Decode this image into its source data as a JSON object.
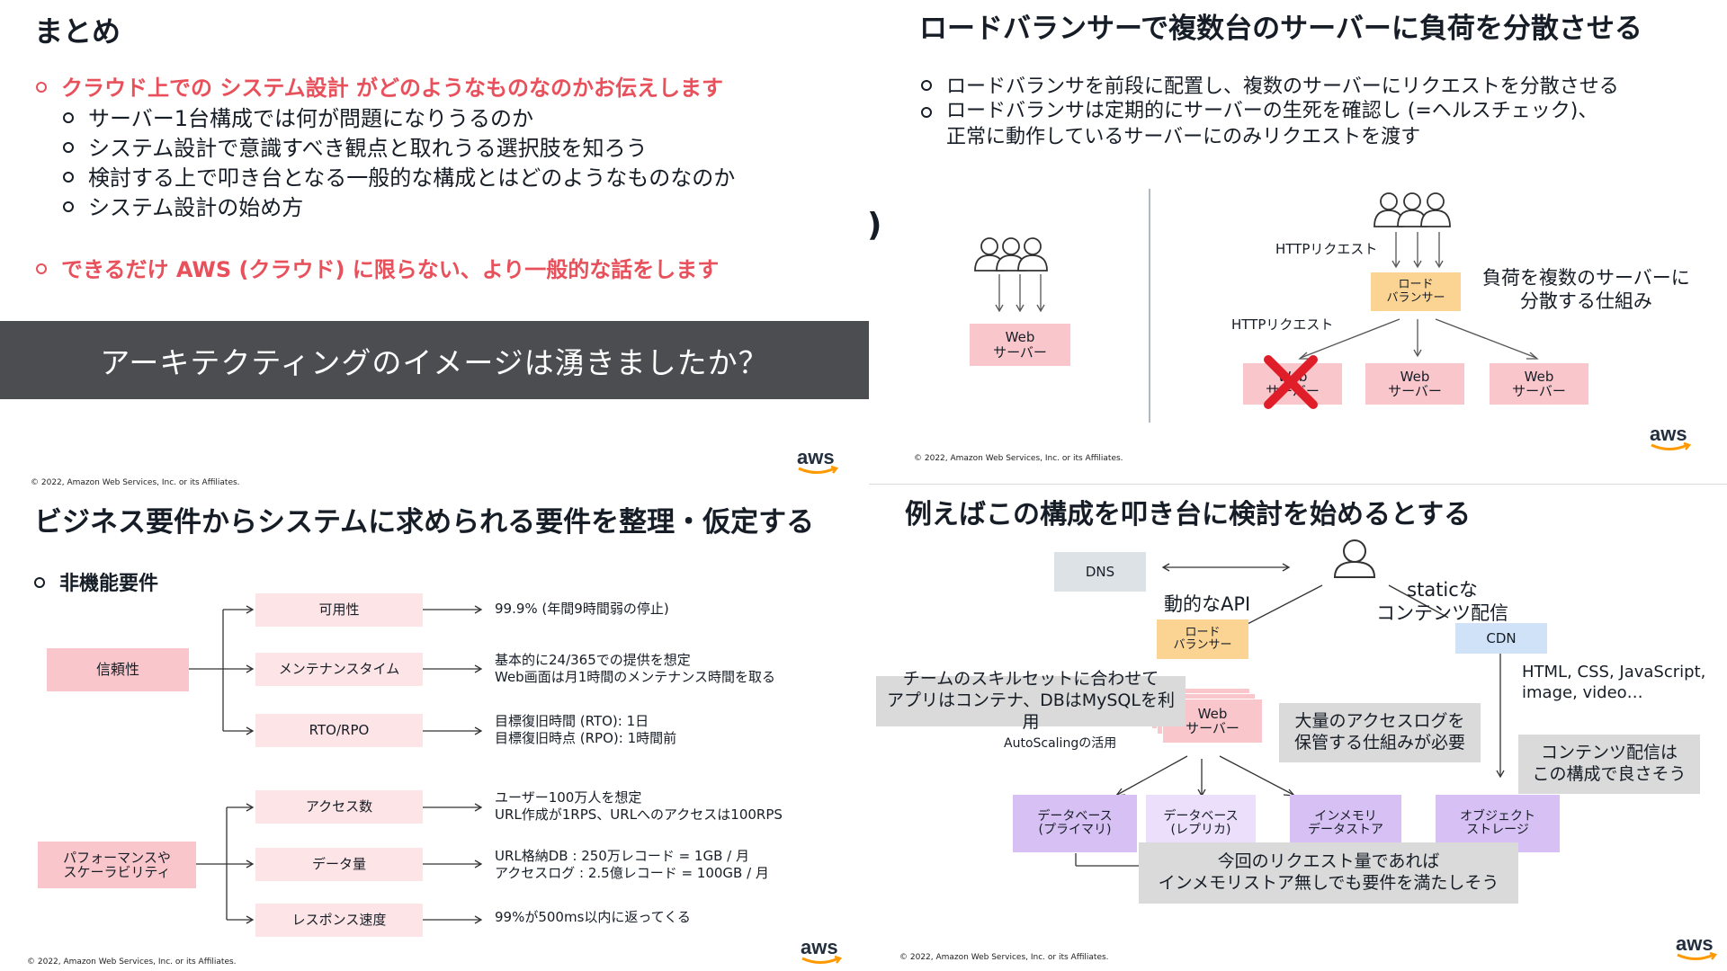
{
  "panel_summary": {
    "title": "まとめ",
    "main1": "クラウド上での システム設計 がどのようなものなのかお伝えします",
    "subs": [
      "サーバー1台構成では何が問題になりうるのか",
      "システム設計で意識すべき観点と取れうる選択肢を知ろう",
      "検討する上で叩き台となる一般的な構成とはどのようなものなのか",
      "システム設計の始め方"
    ],
    "main2": "できるだけ AWS (クラウド) に限らない、より一般的な話をします",
    "banner": "アーキテクティングのイメージは湧きましたか？",
    "copyright": "© 2022, Amazon Web Services, Inc. or its Affiliates.",
    "logo": "aws"
  },
  "panel_lb": {
    "title": "ロードバランサーで複数台のサーバーに負荷を分散させる",
    "bullet1": "ロードバランサを前段に配置し、複数のサーバーにリクエストを分散させる",
    "bullet2": "ロードバランサは定期的にサーバーの生死を確認し (=ヘルスチェック)、\n正常に動作しているサーバーにのみリクエストを渡す",
    "left_server": "Web\nサーバー",
    "http1": "HTTPリクエスト",
    "http2": "HTTPリクエスト",
    "lb": "ロード\nバランサー",
    "caption": "負荷を複数のサーバーに\n分散する仕組み",
    "failed_server": "Web\nサーバー",
    "servers": [
      "Web\nサーバー",
      "Web\nサーバー"
    ],
    "edge_glyph": ")",
    "copyright": "© 2022, Amazon Web Services, Inc. or its Affiliates.",
    "logo": "aws"
  },
  "panel_req": {
    "title": "ビジネス要件からシステムに求められる要件を整理・仮定する",
    "section": "非機能要件",
    "group1": "信頼性",
    "group2": "パフォーマンスや\nスケーラビリティ",
    "items": [
      {
        "label": "可用性",
        "desc": "99.9% (年間9時間弱の停止)"
      },
      {
        "label": "メンテナンスタイム",
        "desc": "基本的に24/365での提供を想定\nWeb画面は月1時間のメンテナンス時間を取る"
      },
      {
        "label": "RTO/RPO",
        "desc": "目標復旧時間 (RTO): 1日\n目標復旧時点 (RPO): 1時間前"
      },
      {
        "label": "アクセス数",
        "desc": "ユーザー100万人を想定\nURL作成が1RPS、URLへのアクセスは100RPS"
      },
      {
        "label": "データ量",
        "desc": "URL格納DB : 250万レコード = 1GB / 月\nアクセスログ : 2.5億レコード = 100GB / 月"
      },
      {
        "label": "レスポンス速度",
        "desc": "99%が500ms以内に返ってくる"
      }
    ],
    "copyright": "© 2022, Amazon Web Services, Inc. or its Affiliates.",
    "logo": "aws"
  },
  "panel_arch": {
    "title": "例えばこの構成を叩き台に検討を始めるとする",
    "dns": "DNS",
    "dynamic_api": "動的なAPI",
    "static": "staticな\nコンテンツ配信",
    "lb": "ロード\nバランサー",
    "cdn": "CDN",
    "web": "Web\nサーバー",
    "autoscaling": "AutoScalingの活用",
    "note_team": "チームのスキルセットに合わせて\nアプリはコンテナ、DBはMySQLを利用",
    "note_logs": "大量のアクセスログを\n保管する仕組みが必要",
    "static_types": "HTML, CSS, JavaScript,\nimage, video…",
    "note_cdn": "コンテンツ配信は\nこの構成で良さそう",
    "db_primary": "データベース\n(プライマリ)",
    "db_replica": "データベース\n(レプリカ)",
    "inmemory": "インメモリ\nデータストア",
    "object": "オブジェクト\nストレージ",
    "note_inmemory": "今回のリクエスト量であれば\nインメモリストア無しでも要件を満たしそう",
    "copyright": "© 2022, Amazon Web Services, Inc. or its Affiliates.",
    "logo": "aws"
  },
  "colors": {
    "accent_red": "#e8505b",
    "pink": "#f9c7cb",
    "orange": "#fbd494",
    "purple": "#d7c1f4",
    "blue": "#cfe2f7",
    "banner": "#4b4d50"
  }
}
